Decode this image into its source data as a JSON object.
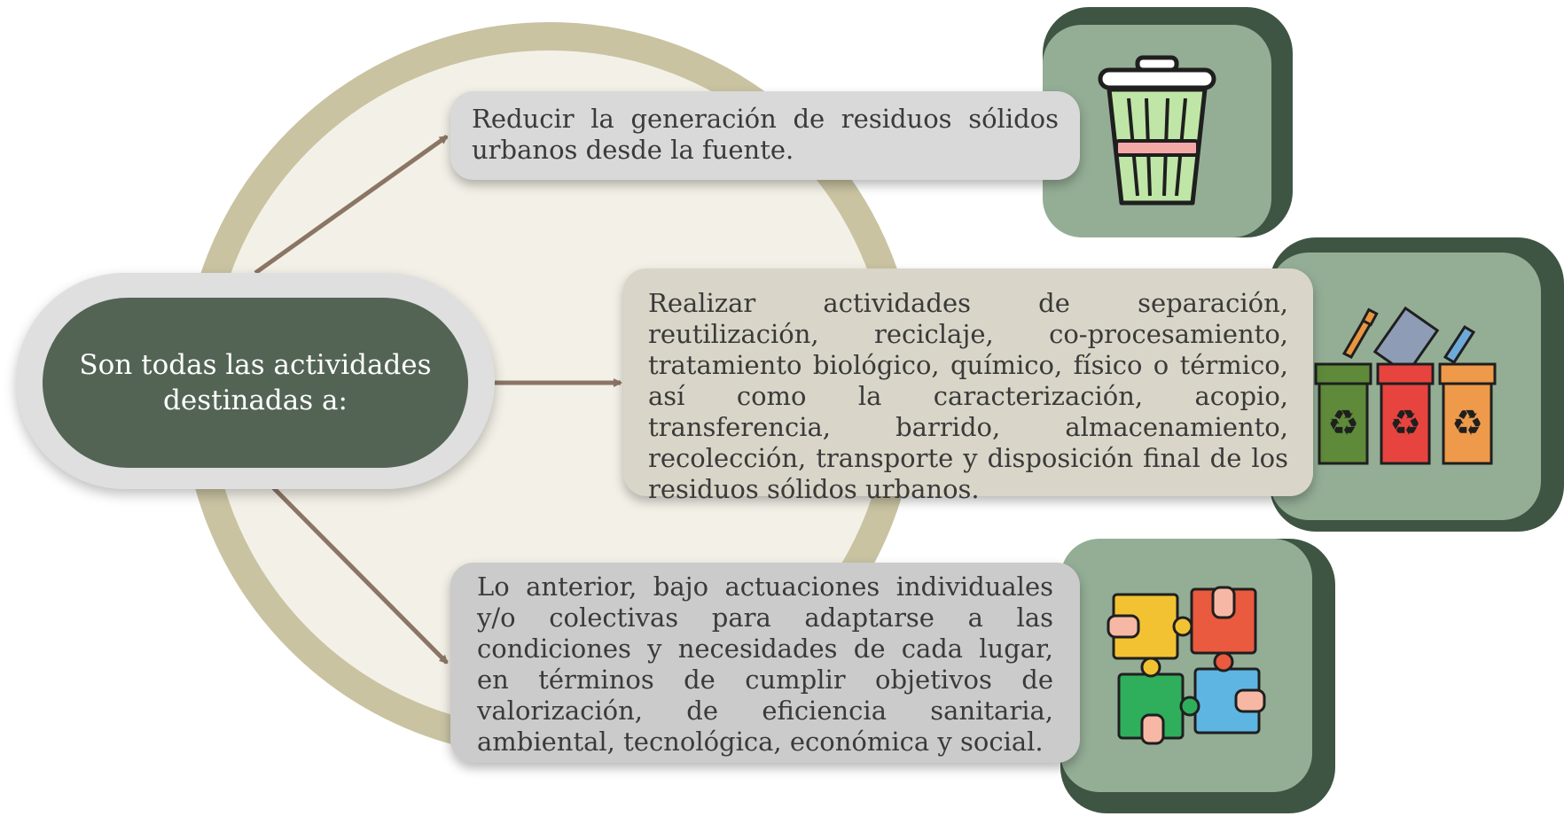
{
  "center": {
    "line1": "Son todas las actividades",
    "line2": "destinadas a:"
  },
  "items": [
    {
      "text": "Reducir la generación de residuos sólidos urbanos desde la fuente."
    },
    {
      "text": "Realizar actividades de separación, reutilización, reciclaje, co-procesamiento, tratamiento biológico, químico, físico o térmico, así como la caracterización, acopio, transferencia, barrido, almacenamiento, recolección, transporte y disposición final de los residuos sólidos urbanos."
    },
    {
      "text": "Lo anterior, bajo actuaciones individuales y/o colectivas para adaptarse a las condiciones y necesidades de cada lugar, en términos de cumplir objetivos de valorización, de eficiencia sanitaria, ambiental, tecnológica, económica y social."
    }
  ],
  "icons": [
    "trash-bin-icon",
    "recycling-bins-icon",
    "puzzle-hands-icon"
  ],
  "colors": {
    "center_fill": "#536455",
    "tile_dark": "#3f5543",
    "tile_light": "#94ae96",
    "ring": "#c9c3a2",
    "arrow": "#8b7565"
  }
}
